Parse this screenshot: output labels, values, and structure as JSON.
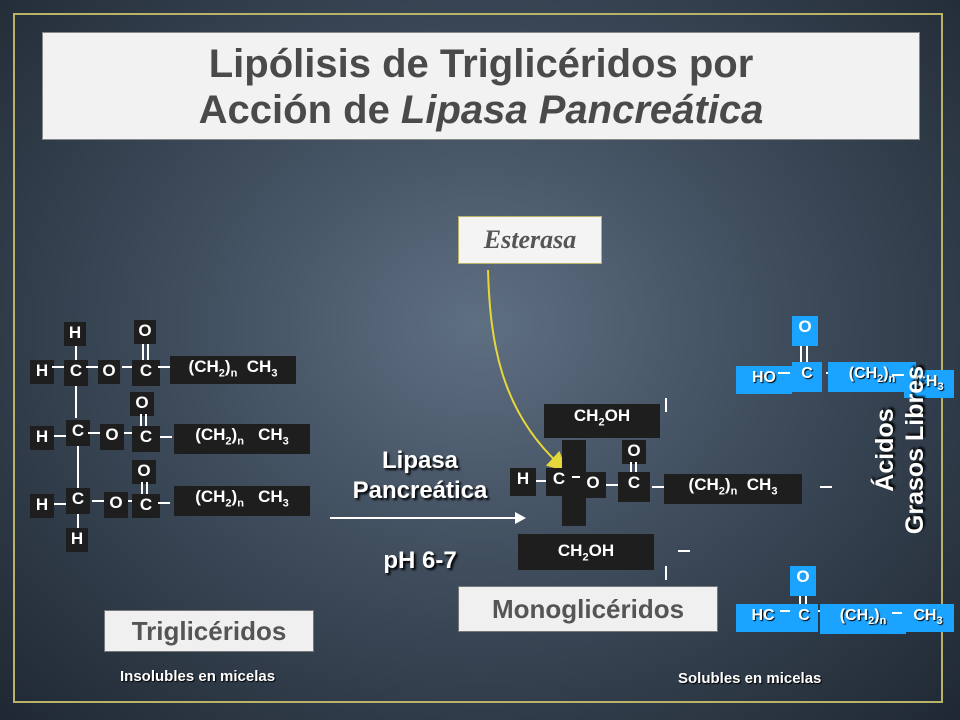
{
  "title": {
    "line1": "Lipólisis de Triglicéridos por",
    "line2_prefix": "Acción de ",
    "line2_italic": "Lipasa Pancreática"
  },
  "enzyme_box": "Esterasa",
  "reaction": {
    "enzyme_line1": "Lipasa",
    "enzyme_line2": "Pancreática",
    "ph": "pH 6-7"
  },
  "triglycerides": {
    "label": "Triglicéridos",
    "caption": "Insolubles en micelas",
    "atoms": {
      "H": "H",
      "C": "C",
      "O": "O",
      "chain": "(CH",
      "chain_sub": "2",
      "chain_n": "n",
      "ch3": "CH",
      "ch3_sub": "3"
    }
  },
  "monoglycerides": {
    "label": "Monoglicéridos",
    "ch2oh": "CH",
    "ch2oh_sub": "2",
    "ch2oh_end": "OH"
  },
  "fatty_acids": {
    "label_line1": "Ácidos",
    "label_line2": "Grasos Libres",
    "caption": "Solubles en micelas",
    "ho": "HO",
    "hc": "HC"
  },
  "colors": {
    "accent": "#1aa3ff",
    "arrow": "#e6d73a",
    "frame": "#b9b36a"
  }
}
